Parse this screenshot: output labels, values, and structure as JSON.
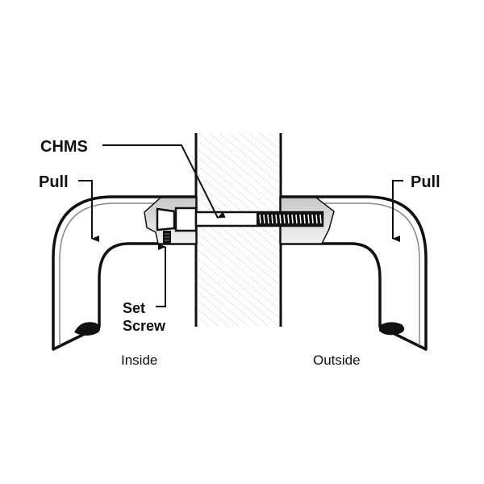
{
  "title": "Door pull mounting diagram",
  "labels": {
    "chms": "CHMS",
    "pull_left": "Pull",
    "pull_right": "Pull",
    "set_screw_line1": "Set",
    "set_screw_line2": "Screw",
    "inside": "Inside",
    "outside": "Outside"
  },
  "colors": {
    "stroke": "#111111",
    "standoff": "#d4d4d4",
    "hatch": "#a0a0a0"
  }
}
